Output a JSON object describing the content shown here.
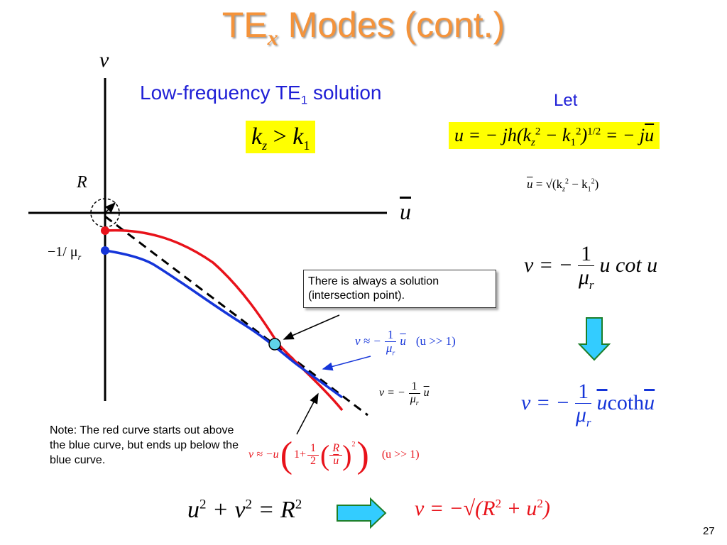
{
  "slide": {
    "title_main": "TE",
    "title_sub": "x",
    "title_rest": " Modes (cont.)",
    "page_number": "27"
  },
  "left": {
    "heading_text": "Low-frequency TE",
    "heading_sub": "1",
    "heading_rest": " solution",
    "kz": "k",
    "kz_sub": "z",
    "gt": " > ",
    "k1": "k",
    "k1_sub": "1"
  },
  "right": {
    "let_label": "Let",
    "u_def": "u = − jh(k",
    "u_def_z": "z",
    "u_def_mid": " − k",
    "u_def_1": "1",
    "u_def_end": ")",
    "u_def_exp": "1/2",
    "u_def_tail": " = − j",
    "u_def_ubar": "u",
    "ubar_def": "u",
    "ubar_eq": " = √(k",
    "ubar_z": "z",
    "ubar_mid": " − k",
    "ubar_1": "1",
    "ubar_end": ")",
    "eq1_lhs": "v = −",
    "eq1_num": "1",
    "eq1_den": "μ",
    "eq1_den_sub": "r",
    "eq1_rhs": "u cot u",
    "eq2_lhs": "v = −",
    "eq2_num": "1",
    "eq2_den": "μ",
    "eq2_den_sub": "r",
    "eq2_ubar1": "u",
    "eq2_coth": " coth ",
    "eq2_ubar2": "u"
  },
  "plot": {
    "v_axis_label": "v",
    "u_axis_label": "u",
    "r_label": "R",
    "intercept_label": "−1/ μ",
    "intercept_sub": "r",
    "callout_text": "There is always a solution (intersection point).",
    "approx1_lhs": "v ≈ −",
    "approx1_num": "1",
    "approx1_den": "μ",
    "approx1_den_sub": "r",
    "approx1_u": "u",
    "approx1_cond": "(u >> 1)",
    "approx2_lhs": "v = −",
    "approx2_num": "1",
    "approx2_den": "μ",
    "approx2_den_sub": "r",
    "approx2_u": "u",
    "approx3_lhs": "v ≈ −u",
    "approx3_one": "1+",
    "approx3_num": "1",
    "approx3_den": "2",
    "approx3_R": "R",
    "approx3_u": "u",
    "approx3_exp": "2",
    "approx3_cond": "(u >> 1)",
    "note_text": "Note: The red curve starts out above the blue curve, but ends up below the blue curve."
  },
  "bottom": {
    "circle_eq": "u",
    "circle_plus": " + v",
    "circle_eqR": " = R",
    "sol_lhs": "v = −√(R",
    "sol_plus": " + u",
    "sol_end": ")"
  },
  "colors": {
    "title": "#f4933b",
    "heading": "#1f1fd6",
    "red_curve": "#e8121a",
    "blue_curve": "#1535d9",
    "highlight": "#ffff00",
    "arrow_fill": "#33ccff",
    "arrow_stroke": "#1d7f2a",
    "intersection": "#5fd3e8"
  }
}
